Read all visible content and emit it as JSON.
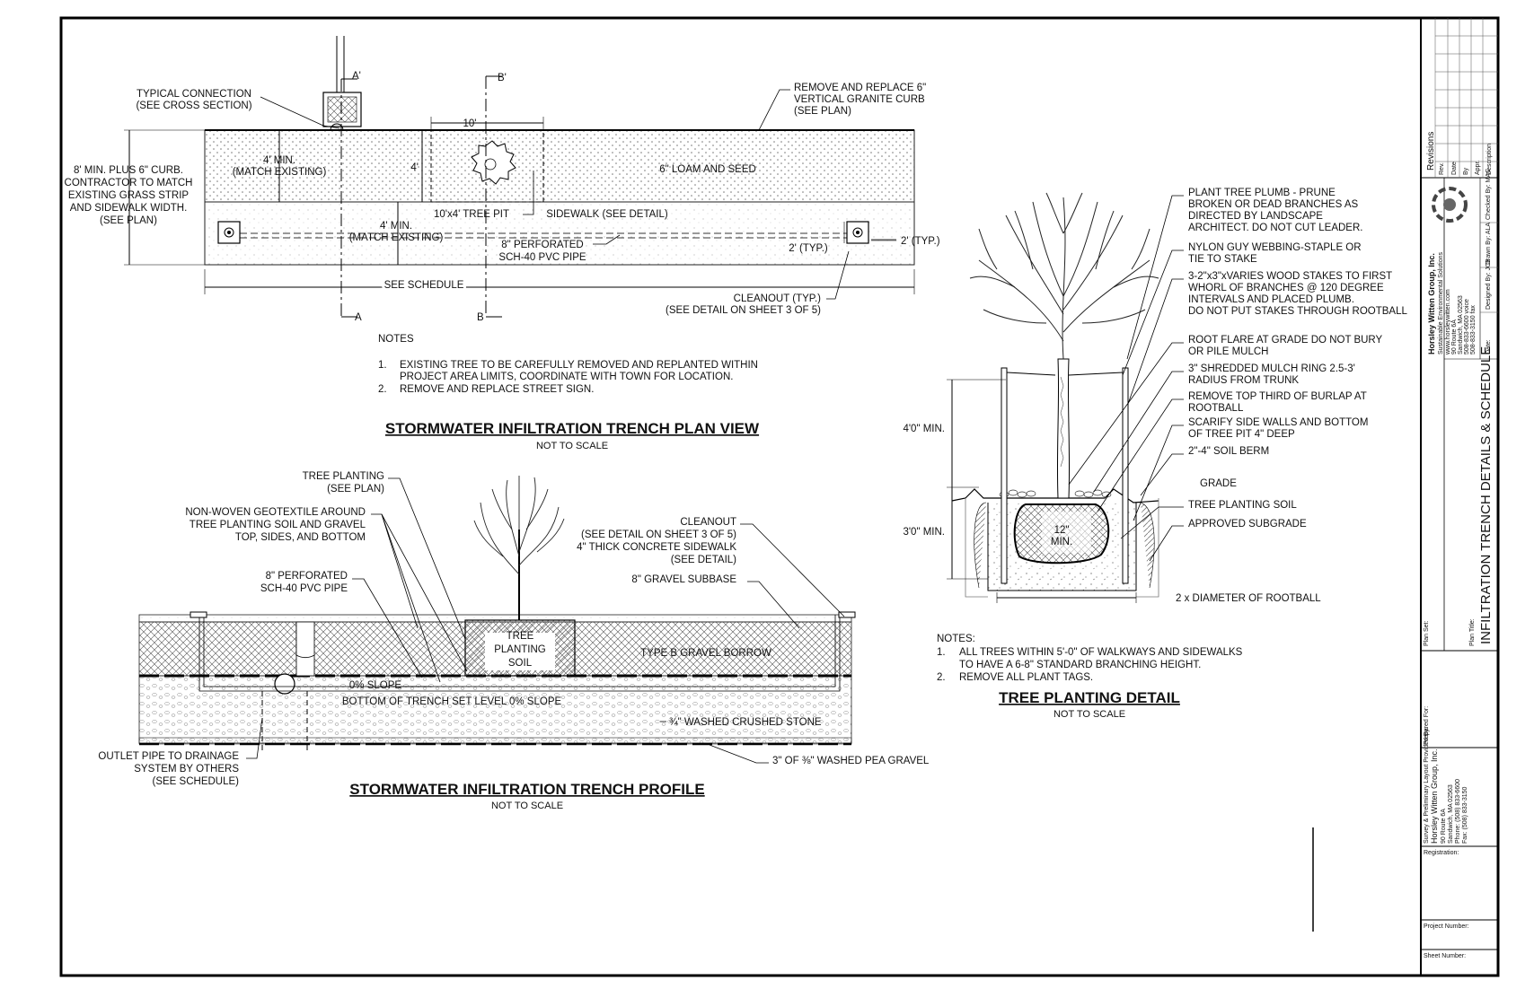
{
  "plan_view": {
    "title": "STORMWATER INFILTRATION TRENCH PLAN VIEW",
    "scale": "NOT TO SCALE",
    "section_marks": {
      "a_top": "A'",
      "b_top": "B'",
      "a_bottom": "A",
      "b_bottom": "B"
    },
    "labels": {
      "typical_connection": [
        "TYPICAL CONNECTION",
        "(SEE CROSS SECTION)"
      ],
      "curb": [
        "REMOVE AND REPLACE 6\"",
        "VERTICAL GRANITE CURB",
        "(SEE PLAN)"
      ],
      "width_note": [
        "8' MIN. PLUS 6\" CURB.",
        "CONTRACTOR TO MATCH",
        "EXISTING GRASS STRIP",
        "AND SIDEWALK WIDTH.",
        "(SEE PLAN)"
      ],
      "ten_ft": "10'",
      "four_min_top": [
        "4' MIN.",
        "(MATCH EXISTING)"
      ],
      "four_ft": "4'",
      "loam": "6\" LOAM AND SEED",
      "tree_pit": "10'x4' TREE PIT",
      "sidewalk": "SIDEWALK (SEE DETAIL)",
      "four_min_bottom": [
        "4' MIN.",
        "(MATCH EXISTING)"
      ],
      "pipe": [
        "8\" PERFORATED",
        "SCH-40 PVC PIPE"
      ],
      "two_typ_inner": "2' (TYP.)",
      "two_typ_outer": "2' (TYP.)",
      "see_schedule": "SEE SCHEDULE",
      "cleanout": [
        "CLEANOUT (TYP.)",
        "(SEE DETAIL ON SHEET 3 OF 5)"
      ]
    },
    "notes_title": "NOTES",
    "notes": [
      {
        "num": "1.",
        "lines": [
          "EXISTING TREE TO BE CAREFULLY REMOVED AND REPLANTED WITHIN",
          "PROJECT AREA LIMITS, COORDINATE WITH TOWN FOR LOCATION."
        ]
      },
      {
        "num": "2.",
        "lines": [
          "REMOVE AND REPLACE STREET SIGN."
        ]
      }
    ]
  },
  "profile": {
    "title": "STORMWATER INFILTRATION TRENCH PROFILE",
    "scale": "NOT TO SCALE",
    "labels": {
      "tree_planting": [
        "TREE PLANTING",
        "(SEE PLAN)"
      ],
      "geotextile": [
        "NON-WOVEN GEOTEXTILE AROUND",
        "TREE PLANTING SOIL AND GRAVEL",
        "TOP, SIDES, AND BOTTOM"
      ],
      "pipe": [
        "8\" PERFORATED",
        "SCH-40 PVC PIPE"
      ],
      "cleanout": [
        "CLEANOUT",
        "(SEE DETAIL ON SHEET 3 OF 5)"
      ],
      "sidewalk": [
        "4\" THICK CONCRETE SIDEWALK",
        "(SEE DETAIL)"
      ],
      "subbase": "8\" GRAVEL SUBBASE",
      "soil": [
        "TREE",
        "PLANTING",
        "SOIL"
      ],
      "borrow": "TYPE B GRAVEL BORROW",
      "slope": "0% SLOPE",
      "bottom": "BOTTOM OF TRENCH SET LEVEL 0% SLOPE",
      "stone": "¾\" WASHED CRUSHED STONE",
      "outlet": [
        "OUTLET PIPE TO DRAINAGE",
        "SYSTEM BY OTHERS",
        "(SEE SCHEDULE)"
      ],
      "pea_gravel": "3\" OF ⅜\" WASHED PEA GRAVEL"
    }
  },
  "tree_detail": {
    "title": "TREE PLANTING DETAIL",
    "scale": "NOT TO SCALE",
    "callouts": [
      [
        "PLANT TREE PLUMB - PRUNE",
        "BROKEN OR DEAD BRANCHES AS",
        "DIRECTED BY LANDSCAPE",
        "ARCHITECT.  DO NOT CUT LEADER."
      ],
      [
        "NYLON GUY WEBBING-STAPLE OR",
        "TIE TO STAKE"
      ],
      [
        "3-2\"x3\"xVARIES WOOD STAKES TO FIRST",
        "WHORL OF BRANCHES @ 120 DEGREE",
        "INTERVALS AND PLACED PLUMB.",
        "DO NOT PUT STAKES THROUGH ROOTBALL"
      ],
      [
        "ROOT FLARE AT GRADE DO NOT BURY",
        "OR PILE MULCH"
      ],
      [
        "3\" SHREDDED MULCH RING 2.5-3'",
        "RADIUS FROM TRUNK"
      ],
      [
        "REMOVE TOP THIRD OF BURLAP AT",
        "ROOTBALL"
      ],
      [
        "SCARIFY SIDE WALLS AND BOTTOM",
        "OF TREE PIT 4\" DEEP"
      ],
      [
        "2\"-4\" SOIL BERM"
      ],
      [
        "GRADE"
      ],
      [
        "TREE PLANTING SOIL"
      ],
      [
        "APPROVED SUBGRADE"
      ]
    ],
    "dims": {
      "upper": "4'0\" MIN.",
      "lower": "3'0\" MIN.",
      "rootball": [
        "12\"",
        "MIN."
      ],
      "width": "2 x DIAMETER OF ROOTBALL"
    },
    "notes_title": "NOTES:",
    "notes": [
      {
        "num": "1.",
        "lines": [
          "ALL TREES WITHIN 5'-0\" OF WALKWAYS AND SIDEWALKS",
          "TO HAVE A 6-8\" STANDARD BRANCHING HEIGHT."
        ]
      },
      {
        "num": "2.",
        "lines": [
          "REMOVE ALL PLANT TAGS."
        ]
      }
    ]
  },
  "title_block": {
    "revisions": "Revisions",
    "rev_cols": [
      "Rev.",
      "Date",
      "By",
      "Appr.",
      "Description"
    ],
    "firm": "Horsley Witten Group, Inc.",
    "firm_lines": [
      "Sustainable Environmental Solutions",
      "www.horsleywitten.com",
      "90 Route 6A",
      "Sandwich, MA 02563",
      "508-833-6600 voice",
      "508-833-3150 fax"
    ],
    "people": [
      "Date:",
      "Designed By: JCB",
      "Drawn By: ALA",
      "Checked By: MAC"
    ],
    "plan_title_label": "Plan Title:",
    "plan_title": "INFILTRATION TRENCH DETAILS & SCHEDULE",
    "plan_set_label": "Plan Set:",
    "prepared_label": "Survey & Preliminary Layout Provided By:",
    "prepared_lines": [
      "Horsley Witten Group, Inc.",
      "90 Route 6A",
      "Sandwich, MA 02563",
      "Phone:  (508) 833-6600",
      "Fax:    (508) 833-3150"
    ],
    "prepared_for": "Prepared For:",
    "registration": "Registration:",
    "project_number": "Project Number:",
    "sheet_number": "Sheet Number:"
  }
}
